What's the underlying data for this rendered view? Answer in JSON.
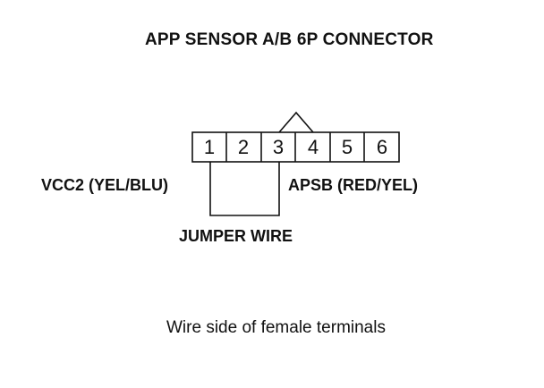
{
  "title": "APP SENSOR A/B 6P CONNECTOR",
  "connector": {
    "pins": [
      "1",
      "2",
      "3",
      "4",
      "5",
      "6"
    ]
  },
  "labels": {
    "left_wire": "VCC2 (YEL/BLU)",
    "right_wire": "APSB (RED/YEL)",
    "jumper": "JUMPER WIRE"
  },
  "caption": "Wire side of female terminals"
}
